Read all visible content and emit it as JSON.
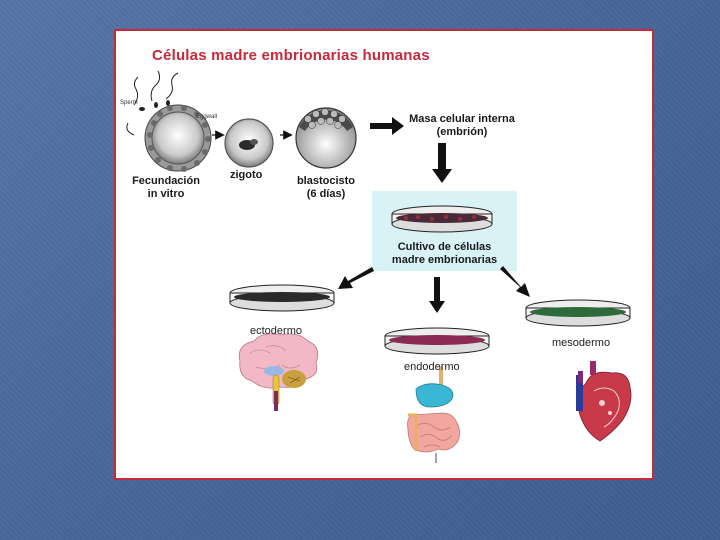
{
  "slide": {
    "title": "Células madre embrionarias humanas"
  },
  "diagram": {
    "labels": {
      "sperm": "Sperm",
      "eggwall": "Eggwall",
      "fecundacion_line1": "Fecundación",
      "fecundacion_line2": "in vitro",
      "zigoto": "zigoto",
      "blastocisto_line1": "blastocisto",
      "blastocisto_line2": "(6 días)",
      "masa_line1": "Masa celular interna",
      "masa_line2": "(embrión)",
      "cultivo_line1": "Cultivo de células",
      "cultivo_line2": "madre embrionarias",
      "ectodermo": "ectodermo",
      "endodermo": "endodermo",
      "mesodermo": "mesodermo"
    },
    "colors": {
      "title": "#c8283a",
      "border": "#c8283a",
      "culture_box": "#d8f2f6",
      "ectoderm_cells": "#2a2a2a",
      "endoderm_cells": "#8a2a55",
      "mesoderm_cells": "#2f6b3a",
      "brain": "#f2b8c6",
      "stomach": "#3bb7d6",
      "intestine": "#f2a6a0",
      "heart": "#c83a4a"
    },
    "icons": [
      "brain-icon",
      "digestive-tract-icon",
      "heart-icon",
      "petri-dish-icon",
      "egg-cell-icon",
      "blastocyst-icon"
    ]
  }
}
